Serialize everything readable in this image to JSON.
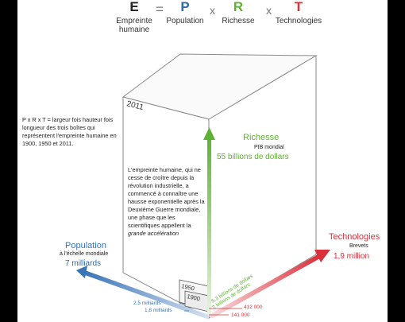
{
  "formula": {
    "e_letter": "E",
    "e_word_1": "Empreinte",
    "e_word_2": "humaine",
    "equals": "=",
    "p_letter": "P",
    "p_word": "Population",
    "times_1": "x",
    "r_letter": "R",
    "r_word": "Richesse",
    "times_2": "x",
    "t_letter": "T",
    "t_word": "Technologies"
  },
  "intro_text": "P x R x T = largeur fois hauteur fois longueur des trois boîtes qui représentent l'empreinte humaine en 1900, 1950 et 2011.",
  "box_year": "2011",
  "inner_text_main": "L'empreinte humaine, qui ne cesse de croître depuis la révolution industrielle, a commencé à connaître une hausse exponentielle après la Deuxième Guerre mondiale, une phase que les scientifiques appellent la",
  "inner_text_italic": "grande accélération",
  "richesse": {
    "title": "Richesse",
    "sub": "PIB mondial",
    "value": "55 billions de dollars"
  },
  "population": {
    "title": "Population",
    "sub": "à l'échelle mondiale",
    "value": "7 milliards"
  },
  "technologies": {
    "title": "Technologies",
    "sub": "Brevets",
    "value": "1,9 million"
  },
  "small_boxes": {
    "year_1950": "1950",
    "year_1900": "1900"
  },
  "pop_labels": {
    "y1950": "2,5 milliards",
    "y1900": "1,8 milliards"
  },
  "wealth_labels": {
    "y1950": "5,3 billions de dollars",
    "y1900": "2 billions de dollars"
  },
  "tech_labels": {
    "y1950": "412 000",
    "y1900": "141 000"
  },
  "colors": {
    "e": "#222222",
    "p": "#2f6aad",
    "r": "#5fb233",
    "t": "#d9303a",
    "richesse_title": "#5fb233",
    "population_title": "#3a74b8",
    "technologies_title": "#d9303a"
  }
}
